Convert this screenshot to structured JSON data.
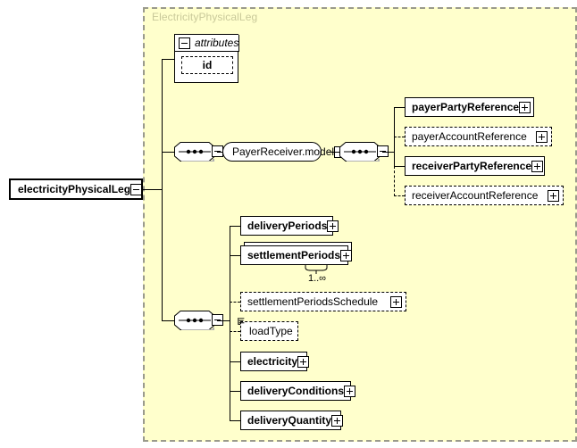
{
  "diagram": {
    "type": "xsd-schema-element-tree",
    "background_color": "#ffffff",
    "group_background_color": "#ffffcc",
    "group_border_color": "#9a9a8c",
    "group_title": "ElectricityPhysicalLeg",
    "root": {
      "name": "electricityPhysicalLeg",
      "control": "minus",
      "control_symbol": "−"
    },
    "attributes_section": {
      "header_label": "attributes",
      "control": "minus",
      "control_symbol": "−",
      "items": [
        {
          "name": "id",
          "optional": true
        }
      ]
    },
    "compositors": [
      {
        "id": "seq-top",
        "kind": "sequence",
        "control": "minus",
        "control_symbol": "−"
      },
      {
        "id": "seq-model",
        "kind": "sequence",
        "control": "minus",
        "control_symbol": "−"
      },
      {
        "id": "seq-bottom",
        "kind": "sequence",
        "control": "minus",
        "control_symbol": "−"
      }
    ],
    "model_reference": {
      "name": "PayerReceiver.model",
      "control": "minus",
      "control_symbol": "−"
    },
    "payer_receiver_children": [
      {
        "name": "payerPartyReference",
        "optional": false,
        "control": "plus",
        "control_symbol": "+"
      },
      {
        "name": "payerAccountReference",
        "optional": true,
        "control": "plus",
        "control_symbol": "+"
      },
      {
        "name": "receiverPartyReference",
        "optional": false,
        "control": "plus",
        "control_symbol": "+"
      },
      {
        "name": "receiverAccountReference",
        "optional": true,
        "control": "plus",
        "control_symbol": "+"
      }
    ],
    "leg_children": [
      {
        "name": "deliveryPeriods",
        "optional": false,
        "control": "plus",
        "control_symbol": "+",
        "repeating": false,
        "occurs": ""
      },
      {
        "name": "settlementPeriods",
        "optional": false,
        "control": "plus",
        "control_symbol": "+",
        "repeating": true,
        "occurs": "1..∞"
      },
      {
        "name": "settlementPeriodsSchedule",
        "optional": true,
        "control": "plus",
        "control_symbol": "+",
        "repeating": false,
        "occurs": ""
      },
      {
        "name": "loadType",
        "optional": true,
        "control": "none",
        "control_symbol": "",
        "repeating": false,
        "occurs": "",
        "facet_icon": "enumeration-icon"
      },
      {
        "name": "electricity",
        "optional": false,
        "control": "plus",
        "control_symbol": "+",
        "repeating": false,
        "occurs": ""
      },
      {
        "name": "deliveryConditions",
        "optional": false,
        "control": "plus",
        "control_symbol": "+",
        "repeating": false,
        "occurs": ""
      },
      {
        "name": "deliveryQuantity",
        "optional": false,
        "control": "plus",
        "control_symbol": "+",
        "repeating": false,
        "occurs": ""
      }
    ]
  }
}
